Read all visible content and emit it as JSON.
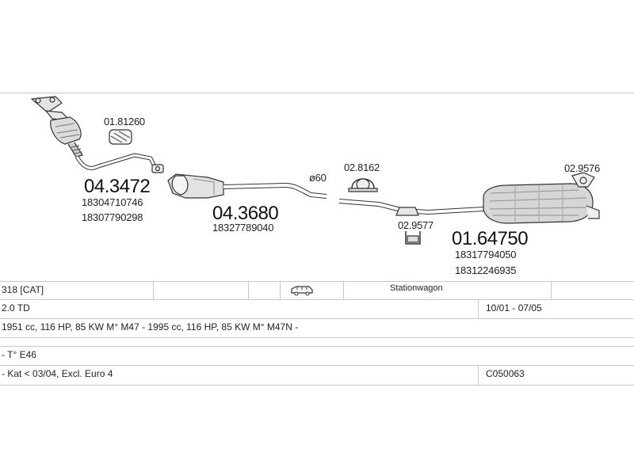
{
  "diagram": {
    "parts": {
      "front_pipe": {
        "number": "04.3472",
        "oem": [
          "18304710746",
          "18307790298"
        ]
      },
      "bracket_1": {
        "number": "01.81260"
      },
      "middle_silencer": {
        "number": "04.3680",
        "oem": [
          "18327789040"
        ]
      },
      "diameter": "ø60",
      "clamp": {
        "number": "02.8162"
      },
      "hanger_1": {
        "number": "02.9577"
      },
      "rear_silencer": {
        "number": "01.64750",
        "oem": [
          "18317794050",
          "18312246935"
        ]
      },
      "hanger_2": {
        "number": "02.9576"
      }
    }
  },
  "table": {
    "row1": {
      "model": "318  [CAT]",
      "body": "Stationwagon",
      "body_icon": "car-icon"
    },
    "row2": {
      "engine": "2.0 TD",
      "years": "10/01 - 07/05"
    },
    "row3": {
      "spec": "1951 cc, 116 HP, 85 KW M° M47 - 1995 cc, 116 HP, 85 KW M° M47N -"
    },
    "row4": {
      "type": "- T° E46"
    },
    "row5": {
      "note": "- Kat < 03/04, Excl. Euro 4",
      "code": "C050063"
    }
  }
}
